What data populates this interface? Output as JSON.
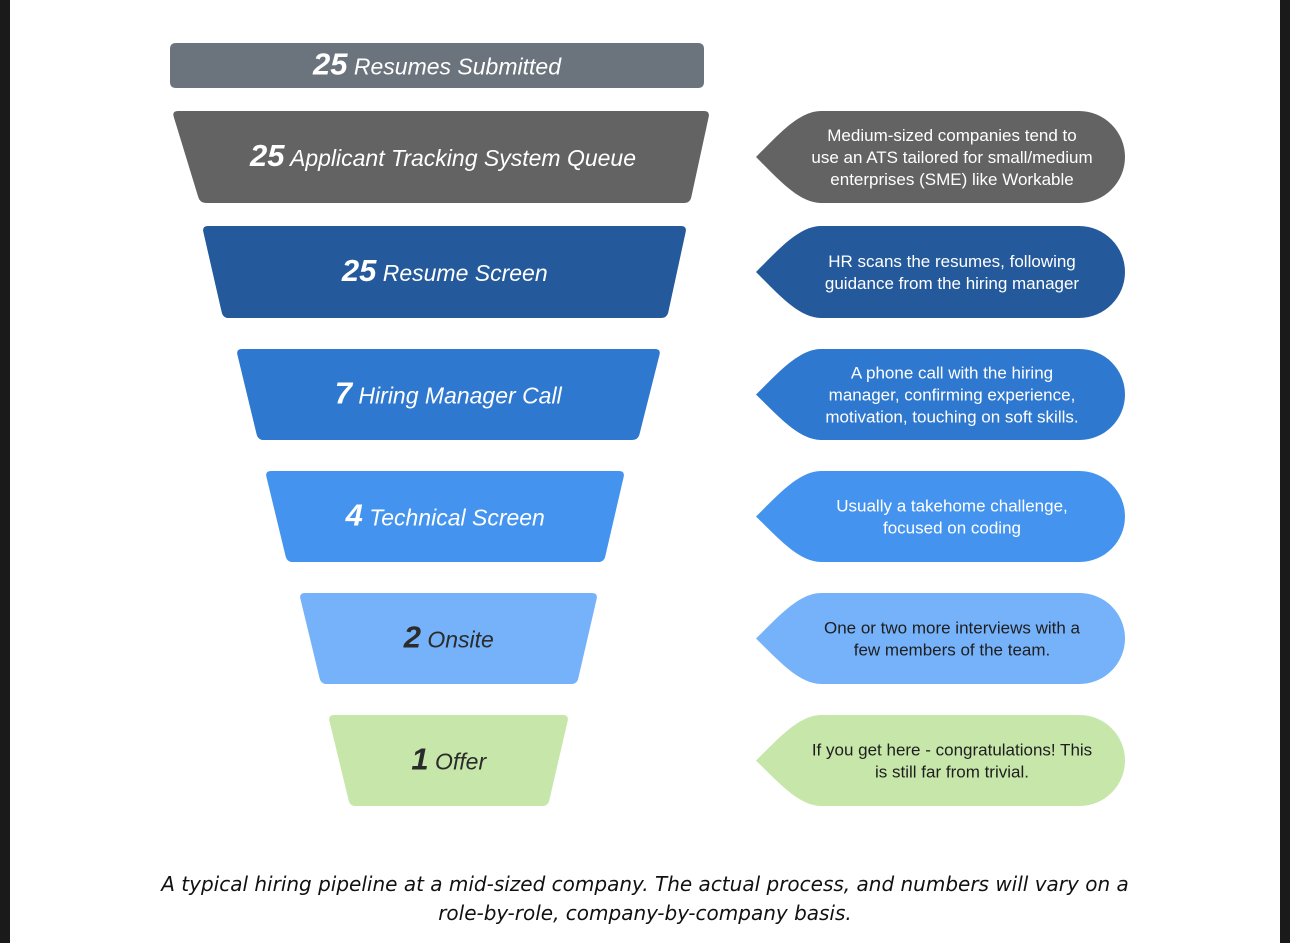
{
  "stages": [
    {
      "count": "25",
      "label": "Resumes Submitted",
      "color": "#6b747c",
      "text_color": "#ffffff",
      "note": []
    },
    {
      "count": "25",
      "label": "Applicant Tracking System Queue",
      "color": "#636363",
      "text_color": "#ffffff",
      "note": [
        "Medium-sized companies tend to",
        "use an ATS tailored for small/medium",
        "enterprises (SME) like Workable"
      ],
      "note_color": "#636363",
      "note_text_color": "#ffffff"
    },
    {
      "count": "25",
      "label": "Resume Screen",
      "color": "#245a9b",
      "text_color": "#ffffff",
      "note": [
        "HR scans the resumes, following",
        "guidance from the hiring manager"
      ],
      "note_color": "#245a9b",
      "note_text_color": "#ffffff"
    },
    {
      "count": "7",
      "label": "Hiring Manager Call",
      "color": "#2f78cf",
      "text_color": "#ffffff",
      "note": [
        "A phone call with the hiring",
        "manager, confirming experience,",
        "motivation, touching on soft skills."
      ],
      "note_color": "#2f78cf",
      "note_text_color": "#ffffff"
    },
    {
      "count": "4",
      "label": "Technical Screen",
      "color": "#4494ef",
      "text_color": "#ffffff",
      "note": [
        "Usually a takehome challenge,",
        "focused on coding"
      ],
      "note_color": "#4494ef",
      "note_text_color": "#ffffff"
    },
    {
      "count": "2",
      "label": "Onsite",
      "color": "#75b2fa",
      "text_color": "#2b2b2b",
      "note": [
        "One or two more interviews with a",
        "few members of the team."
      ],
      "note_color": "#75b2fa",
      "note_text_color": "#1e1e1e"
    },
    {
      "count": "1",
      "label": "Offer",
      "color": "#c6e6aa",
      "text_color": "#2b2b2b",
      "note": [
        "If you get here - congratulations! This",
        "is still far from trivial."
      ],
      "note_color": "#c6e6aa",
      "note_text_color": "#1e1e1e"
    }
  ],
  "caption": {
    "line1": "A typical hiring pipeline at a mid-sized company. The actual process, and numbers will vary on a",
    "line2": "role-by-role, company-by-company basis."
  }
}
